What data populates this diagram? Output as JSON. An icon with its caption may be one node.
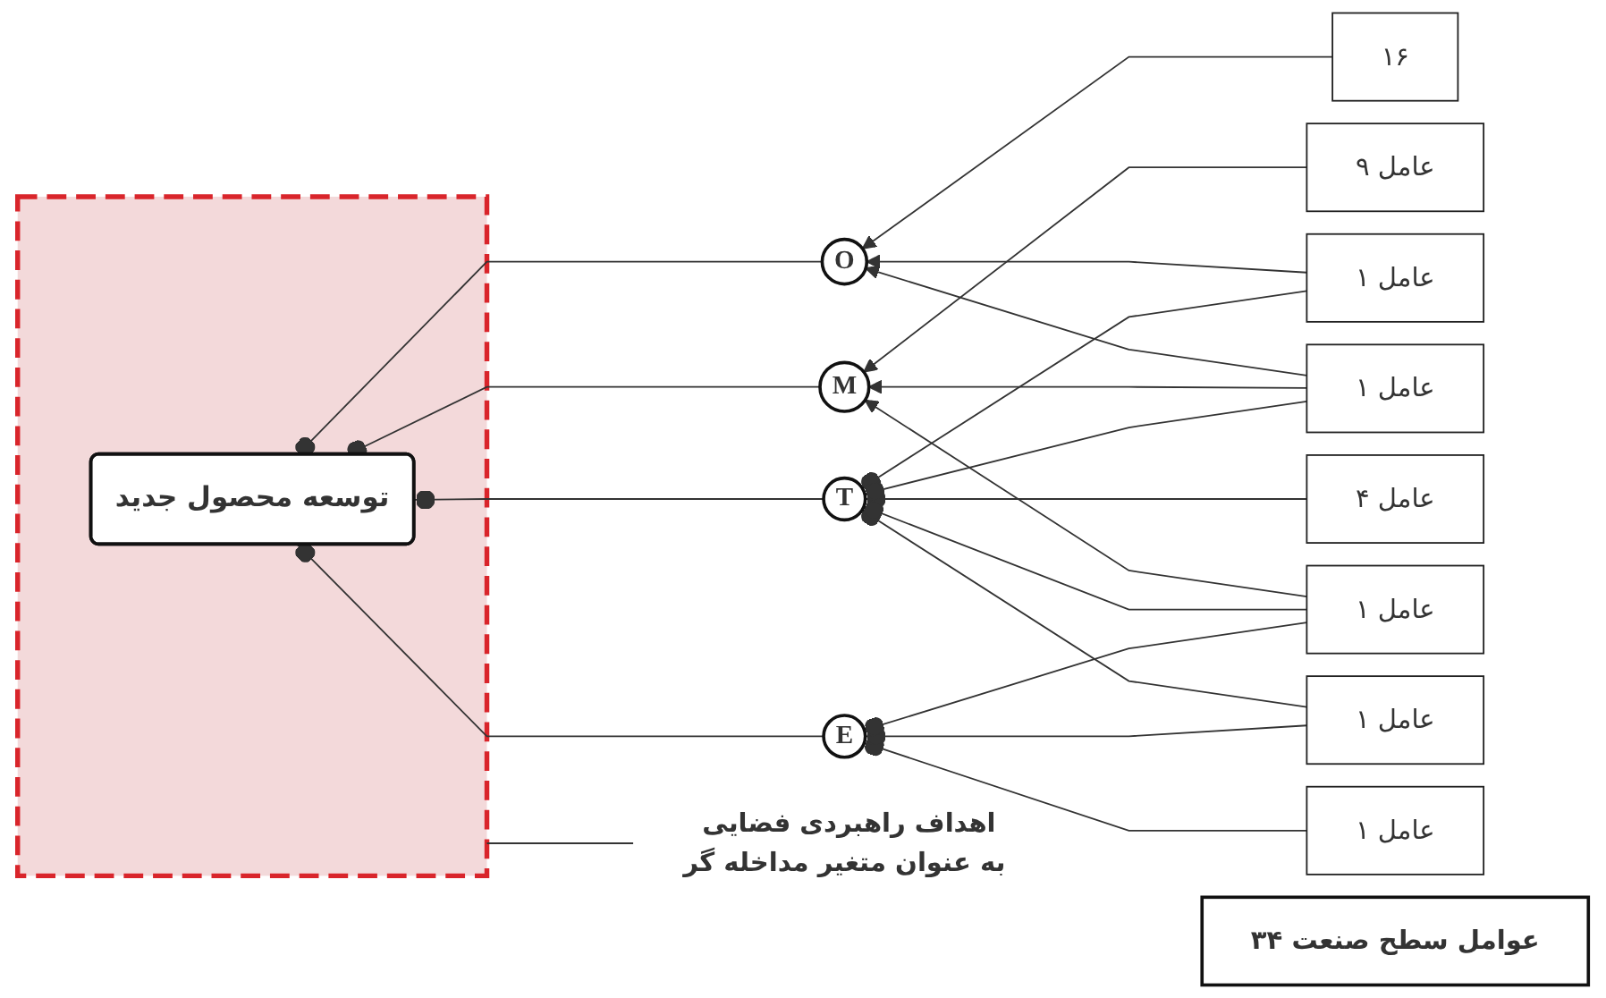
{
  "diagram": {
    "nodes": [
      {
        "text": [],
        "shape": "box"
      },
      {
        "text": [
          "توسعه محصول جدید"
        ],
        "in": 0
      },
      {
        "text": [
          "O"
        ]
      },
      {
        "text": [
          "M"
        ]
      },
      {
        "text": [
          "T"
        ]
      },
      {
        "text": [
          "E"
        ]
      },
      {
        "text": [
          "۱۶"
        ]
      },
      {
        "text": [
          "۹ عامل"
        ]
      },
      {
        "text": [
          "۴ عامل"
        ]
      },
      {
        "text": [
          "۱ عامل"
        ]
      },
      {
        "text": [
          "۱ عامل"
        ]
      },
      {
        "text": [
          "۱ عامل"
        ]
      },
      {
        "text": [
          "۱ عامل"
        ]
      },
      {
        "text": [
          "۱ عامل"
        ]
      },
      {
        "text": [
          "۳۴ عوامل سطح صنعت"
        ]
      },
      {
        "text": [
          "اهداف راهبردی فضایی به عنوان متغیر مداخله گر"
        ]
      }
    ],
    "edges": [
      {
        "from": 6,
        "to": 2,
        "arrow": "to"
      },
      {
        "from": 7,
        "to": 3,
        "arrow": "to"
      },
      {
        "from": 8,
        "to": 4,
        "arrow": "other"
      },
      {
        "from": 9,
        "to": 5,
        "arrow": "other"
      },
      {
        "from": 10,
        "to": 2,
        "arrow": "to"
      },
      {
        "from": 10,
        "to": 4,
        "arrow": "other"
      },
      {
        "from": 11,
        "to": 4,
        "arrow": "other"
      },
      {
        "from": 11,
        "to": 5,
        "arrow": "other"
      },
      {
        "from": 12,
        "to": 2,
        "arrow": "to"
      },
      {
        "from": 12,
        "to": 3,
        "arrow": "to"
      },
      {
        "from": 12,
        "to": 4,
        "arrow": "other"
      },
      {
        "from": 13,
        "to": 3,
        "arrow": "to"
      },
      {
        "from": 13,
        "to": 4,
        "arrow": "other"
      },
      {
        "from": 13,
        "to": 5,
        "arrow": "other"
      },
      {
        "from": 2,
        "to": 1,
        "arrow": "other"
      },
      {
        "from": 3,
        "to": 1,
        "arrow": "other"
      },
      {
        "from": 4,
        "to": 1,
        "arrow": "other"
      },
      {
        "from": 5,
        "to": 1,
        "arrow": "other"
      },
      {
        "from": 15,
        "to": 0,
        "arrow": "none"
      }
    ]
  }
}
